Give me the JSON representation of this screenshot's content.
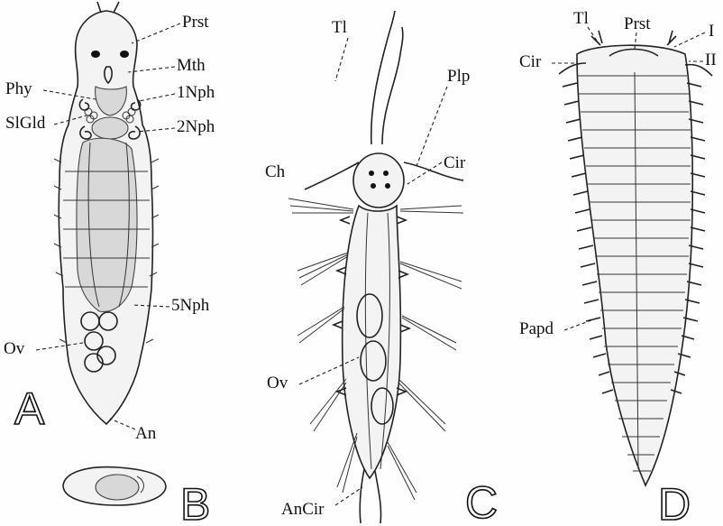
{
  "figure_a": {
    "panel_letter": "A",
    "labels": {
      "prst": "Prst",
      "mth": "Mth",
      "phy": "Phy",
      "nph1": "1Nph",
      "slgld": "SlGld",
      "nph2": "2Nph",
      "nph5": "5Nph",
      "ov": "Ov",
      "an": "An"
    }
  },
  "figure_b": {
    "panel_letter": "B"
  },
  "figure_c": {
    "panel_letter": "C",
    "labels": {
      "tl": "Tl",
      "plp": "Plp",
      "ch": "Ch",
      "cir": "Cir",
      "ov": "Ov",
      "ancir": "AnCir"
    }
  },
  "figure_d": {
    "panel_letter": "D",
    "labels": {
      "tl": "Tl",
      "prst": "Prst",
      "i": "I",
      "cir": "Cir",
      "ii": "II",
      "papd": "Papd"
    }
  }
}
